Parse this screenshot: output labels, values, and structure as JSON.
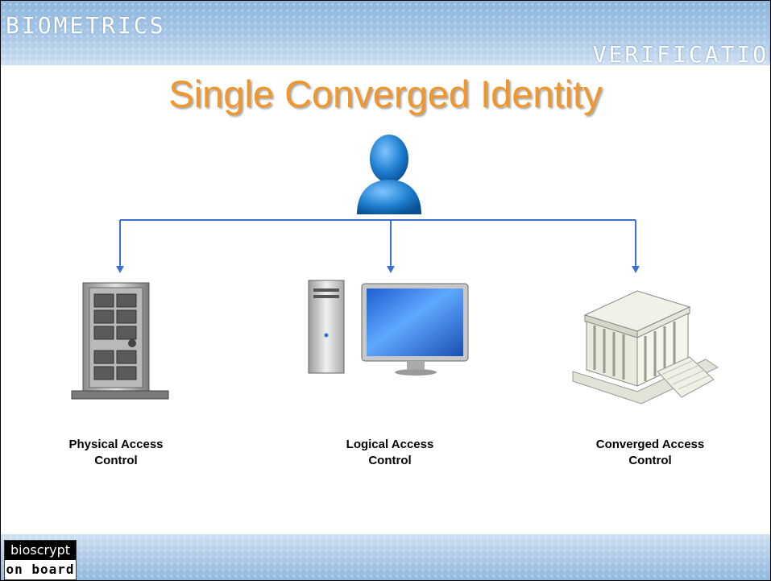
{
  "banner": {
    "left_word": "BIOMETRICS",
    "right_word": "VERIFICATION"
  },
  "title": "Single Converged Identity",
  "items": [
    {
      "line1": "Physical Access",
      "line2": "Control",
      "icon": "door-icon"
    },
    {
      "line1": "Logical Access",
      "line2": "Control",
      "icon": "computer-icon"
    },
    {
      "line1": "Converged Access",
      "line2": "Control",
      "icon": "building-icon"
    }
  ],
  "logo": {
    "top": "bioscrypt",
    "bottom": "on board"
  },
  "colors": {
    "title": "#f0962b",
    "connector": "#3f6fd6",
    "banner": "#a9c8e6",
    "person": "#1f7fd0"
  }
}
